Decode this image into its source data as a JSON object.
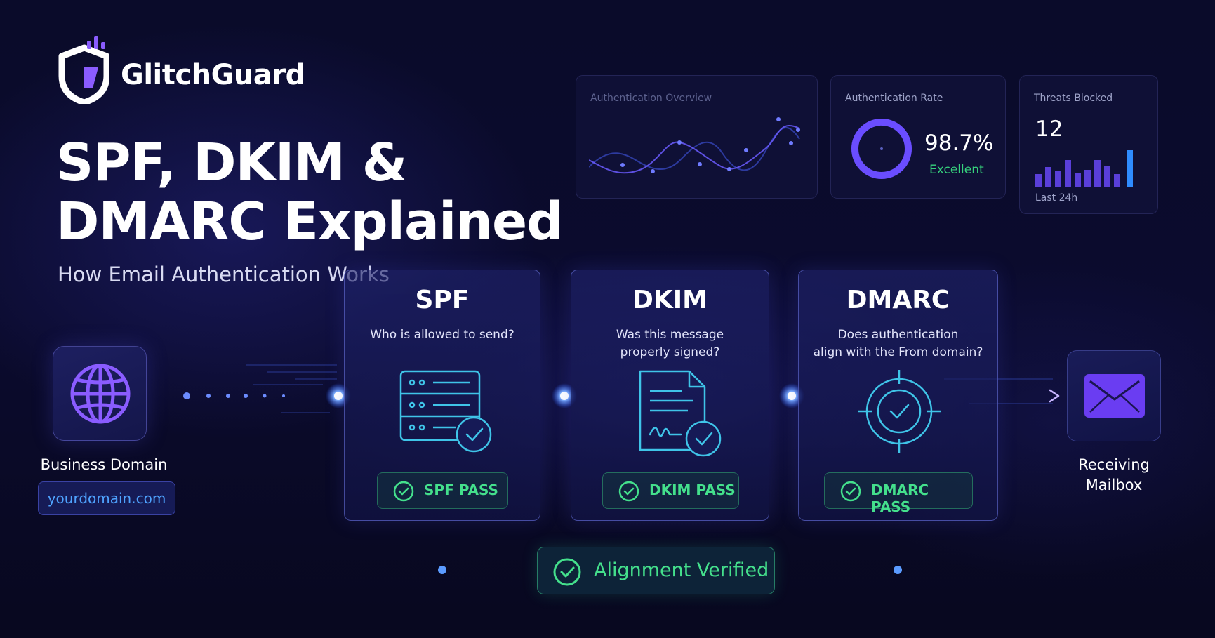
{
  "brand": {
    "name": "GlitchGuard",
    "icon": "shield-logo-icon"
  },
  "headline": {
    "line1": "SPF, DKIM &",
    "line2": "DMARC Explained",
    "subtitle": "How Email Authentication Works"
  },
  "dashboard": {
    "overview": {
      "label": "Authentication Overview"
    },
    "rate": {
      "label": "Authentication Rate",
      "value": "98.7%",
      "status": "Excellent",
      "fraction": 0.987
    },
    "threats": {
      "label": "Threats Blocked",
      "count": "12",
      "footer": "Last 24h"
    }
  },
  "source": {
    "label": "Business Domain",
    "domain": "yourdomain.com",
    "icon": "globe-icon"
  },
  "steps": [
    {
      "title": "SPF",
      "question": "Who is allowed to send?",
      "badge": "SPF PASS",
      "icon": "server-list-icon"
    },
    {
      "title": "DKIM",
      "question_line1": "Was this message",
      "question_line2": "properly signed?",
      "badge": "DKIM PASS",
      "icon": "signed-document-icon"
    },
    {
      "title": "DMARC",
      "question_line1": "Does authentication",
      "question_line2": "align with the From domain?",
      "badge": "DMARC PASS",
      "icon": "target-check-icon"
    }
  ],
  "destination": {
    "line1": "Receiving",
    "line2": "Mailbox",
    "icon": "envelope-icon"
  },
  "alignment": {
    "label": "Alignment Verified"
  },
  "colors": {
    "accent": "#3f7dff",
    "pass": "#44e08c",
    "background": "#0b0b2e"
  }
}
